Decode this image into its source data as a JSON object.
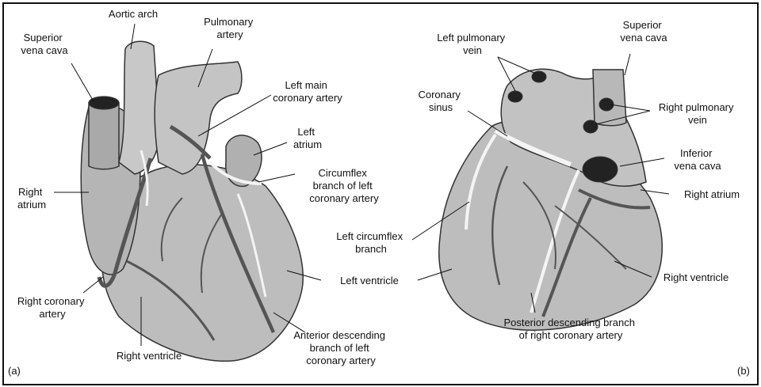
{
  "panels": {
    "a": {
      "tag": "(a)",
      "labels": {
        "aortic_arch": "Aortic arch",
        "pulmonary_artery": [
          "Pulmonary",
          "artery"
        ],
        "superior_vena_cava": [
          "Superior",
          "vena cava"
        ],
        "left_main_coronary_artery": [
          "Left main",
          "coronary artery"
        ],
        "left_atrium": [
          "Left",
          "atrium"
        ],
        "right_atrium": [
          "Right",
          "atrium"
        ],
        "circumflex_branch": [
          "Circumflex",
          "branch of left",
          "coronary artery"
        ],
        "right_coronary_artery": [
          "Right coronary",
          "artery"
        ],
        "right_ventricle": "Right ventricle",
        "anterior_descending": [
          "Anterior descending",
          "branch of left",
          "coronary artery"
        ]
      }
    },
    "shared": {
      "left_ventricle": "Left ventricle"
    },
    "b": {
      "tag": "(b)",
      "labels": {
        "left_pulmonary_vein": [
          "Left pulmonary",
          "vein"
        ],
        "superior_vena_cava": [
          "Superior",
          "vena cava"
        ],
        "coronary_sinus": [
          "Coronary",
          "sinus"
        ],
        "right_pulmonary_vein": [
          "Right pulmonary",
          "vein"
        ],
        "inferior_vena_cava": [
          "Inferior",
          "vena cava"
        ],
        "right_atrium": "Right atrium",
        "left_circumflex_branch": [
          "Left circumflex",
          "branch"
        ],
        "right_ventricle": "Right ventricle",
        "posterior_descending": [
          "Posterior descending branch",
          "of right coronary artery"
        ]
      }
    }
  },
  "colors": {
    "heart_fill": "#bdbdbd",
    "heart_shadow": "#8f8f8f",
    "vessel_dark": "#555555",
    "vessel_light": "#f4f4f4",
    "vein_hole": "#222222"
  }
}
